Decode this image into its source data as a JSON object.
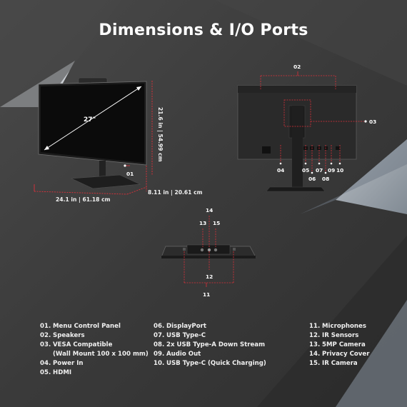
{
  "title": "Dimensions & I/O Ports",
  "colors": {
    "background": "#3b3b3b",
    "accent": "#e0303a",
    "light": "#d8dde2"
  },
  "front": {
    "diagonal": "27\"",
    "height": "21.6 in | 54.99 cm",
    "width": "24.1 in | 61.18 cm",
    "depth": "8.11 in | 20.61 cm",
    "callout_01": "01"
  },
  "rear": {
    "callout_02": "02",
    "callout_03": "03",
    "callout_04": "04",
    "callout_05": "05",
    "callout_06": "06",
    "callout_07": "07",
    "callout_08": "08",
    "callout_09": "09",
    "callout_10": "10"
  },
  "top": {
    "callout_11": "11",
    "callout_12": "12",
    "callout_13": "13",
    "callout_14": "14",
    "callout_15": "15"
  },
  "legend": {
    "col1": [
      {
        "num": "01.",
        "text": "Menu Control Panel"
      },
      {
        "num": "02.",
        "text": "Speakers"
      },
      {
        "num": "03.",
        "text": "VESA Compatible"
      },
      {
        "num": "",
        "text": "(Wall Mount 100 x 100 mm)"
      },
      {
        "num": "04.",
        "text": "Power In"
      },
      {
        "num": "05.",
        "text": "HDMI"
      }
    ],
    "col2": [
      {
        "num": "06.",
        "text": "DisplayPort"
      },
      {
        "num": "07.",
        "text": "USB Type-C"
      },
      {
        "num": "08.",
        "text": "2x USB Type-A Down Stream"
      },
      {
        "num": "09.",
        "text": "Audio Out"
      },
      {
        "num": "10.",
        "text": "USB Type-C (Quick Charging)"
      }
    ],
    "col3": [
      {
        "num": "11.",
        "text": "Microphones"
      },
      {
        "num": "12.",
        "text": "IR Sensors"
      },
      {
        "num": "13.",
        "text": "5MP Camera"
      },
      {
        "num": "14.",
        "text": "Privacy Cover"
      },
      {
        "num": "15.",
        "text": "IR Camera"
      }
    ]
  }
}
